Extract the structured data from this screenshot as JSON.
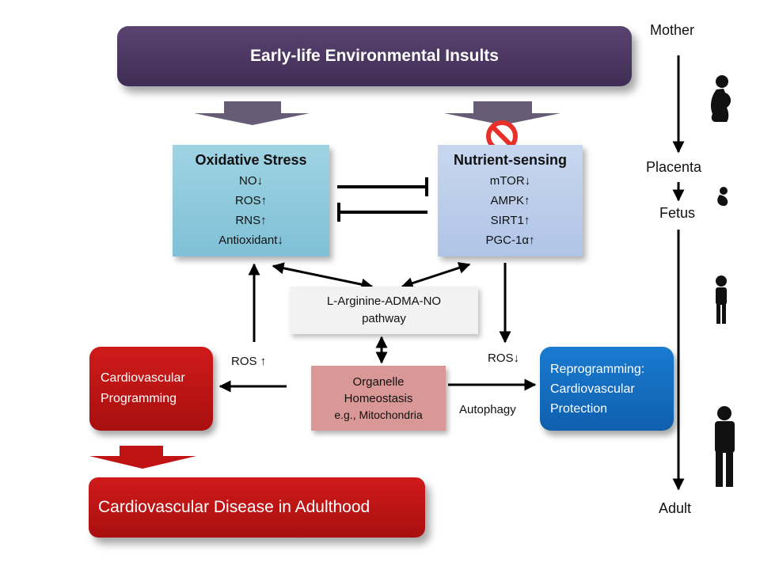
{
  "banner": {
    "title": "Early-life Environmental Insults"
  },
  "oxidative_stress": {
    "title": "Oxidative Stress",
    "items": [
      "NO↓",
      "ROS↑",
      "RNS↑",
      "Antioxidant↓"
    ]
  },
  "nutrient_sensing": {
    "title": "Nutrient-sensing",
    "items": [
      "mTOR↓",
      "AMPK↑",
      "SIRT1↑",
      "PGC-1α↑"
    ]
  },
  "arginine_pathway": {
    "line1": "L-Arginine-ADMA-NO",
    "line2": "pathway"
  },
  "organelle": {
    "line1": "Organelle",
    "line2": "Homeostasis",
    "line3": "e.g., Mitochondria"
  },
  "cv_programming": {
    "line1": "Cardiovascular",
    "line2": "Programming"
  },
  "cv_disease": {
    "title": "Cardiovascular Disease in Adulthood"
  },
  "reprogramming": {
    "line1": "Reprogramming:",
    "line2": "Cardiovascular",
    "line3": "Protection"
  },
  "edge_labels": {
    "ros_up": "ROS ↑",
    "ros_down": "ROS↓",
    "autophagy": "Autophagy"
  },
  "timeline": {
    "mother": "Mother",
    "placenta": "Placenta",
    "fetus": "Fetus",
    "adult": "Adult"
  },
  "colors": {
    "banner": "#4b3763",
    "oxidative_box": "#8fc9dc",
    "nutrient_box": "#bccdea",
    "organelle_box": "#d99795",
    "red_box": "#c01414",
    "blue_box": "#1570c2",
    "prohibition": "#e8302a"
  },
  "icons": [
    "pregnant-woman-icon",
    "fetus-icon",
    "child-icon",
    "man-icon",
    "prohibition-icon"
  ]
}
